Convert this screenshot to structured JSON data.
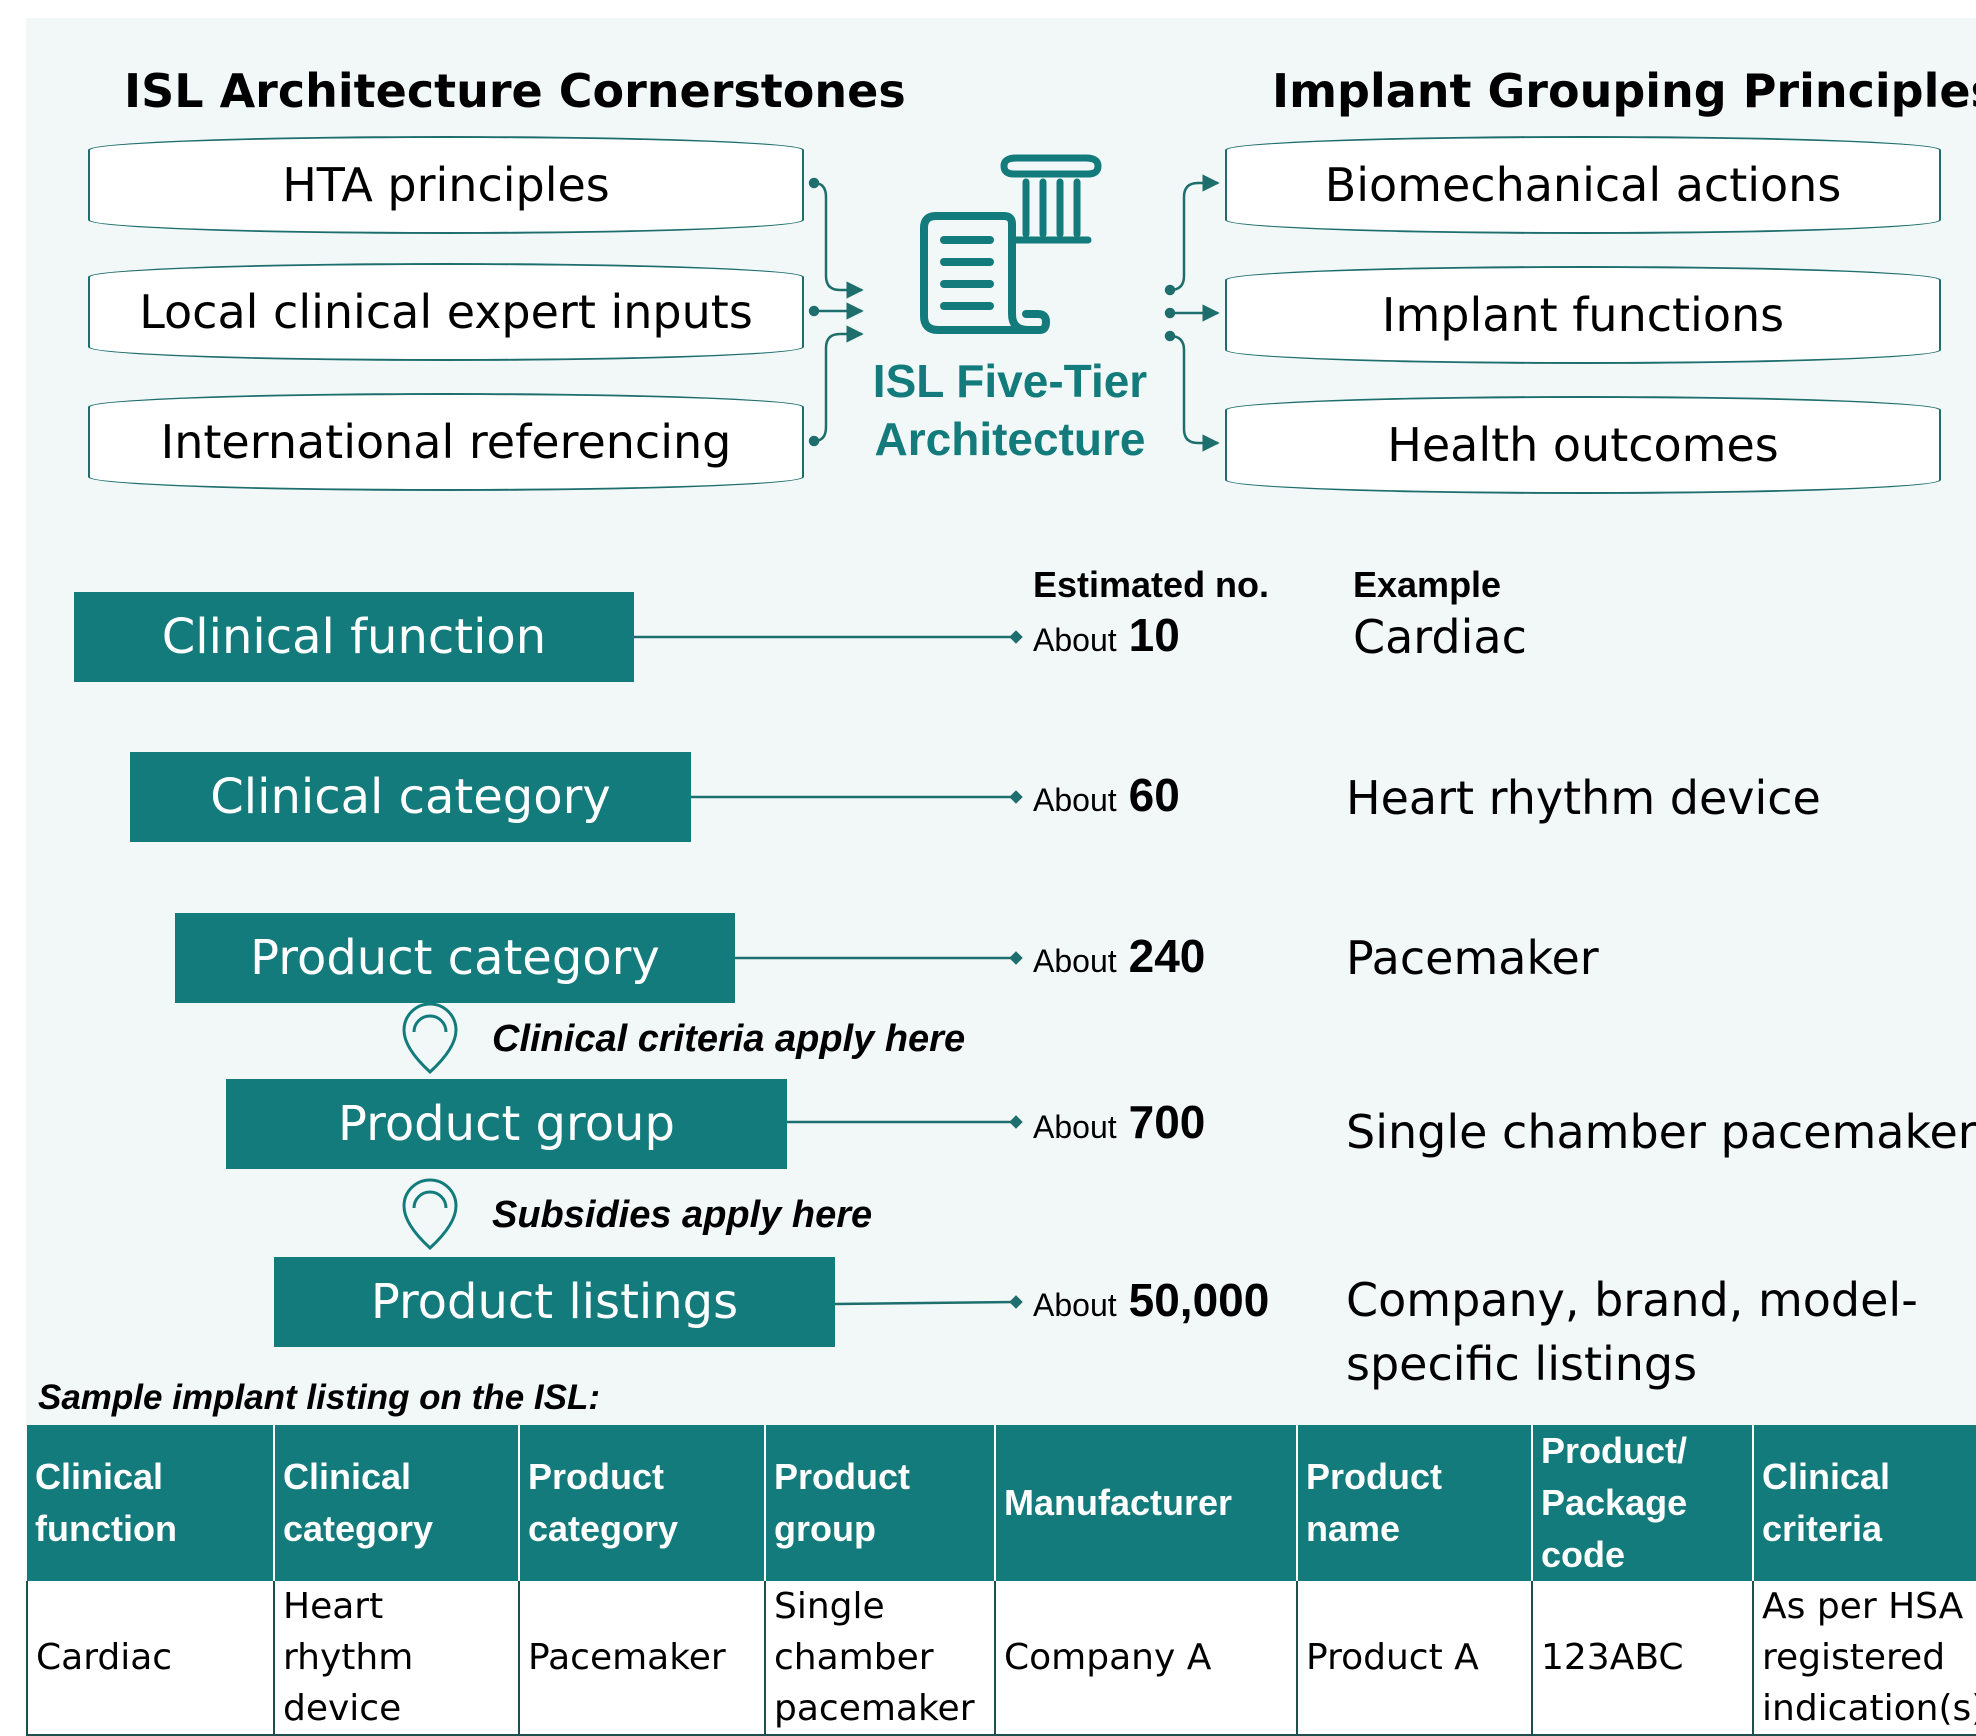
{
  "cornerstones": {
    "heading": "ISL Architecture Cornerstones",
    "items": [
      "HTA principles",
      "Local clinical expert inputs",
      "International referencing"
    ]
  },
  "principles": {
    "heading": "Implant Grouping Principles",
    "items": [
      "Biomechanical actions",
      "Implant functions",
      "Health outcomes"
    ]
  },
  "center": {
    "title_line1": "ISL Five-Tier",
    "title_line2": "Architecture",
    "icon": "document-with-pillar-icon"
  },
  "tier_columns": {
    "estimate_heading": "Estimated no.",
    "example_heading": "Example"
  },
  "tiers": [
    {
      "label": "Clinical function",
      "prefix": "About",
      "count": "10",
      "example_line1": "Cardiac",
      "example_line2": ""
    },
    {
      "label": "Clinical category",
      "prefix": "About",
      "count": "60",
      "example_line1": "Heart rhythm device",
      "example_line2": ""
    },
    {
      "label": "Product category",
      "prefix": "About",
      "count": "240",
      "example_line1": "Pacemaker",
      "example_line2": ""
    },
    {
      "label": "Product group",
      "prefix": "About",
      "count": "700",
      "example_line1": "Single chamber pacemaker",
      "example_line2": ""
    },
    {
      "label": "Product listings",
      "prefix": "About",
      "count": "50,000",
      "example_line1": "Company, brand, model-",
      "example_line2": "specific listings"
    }
  ],
  "notes": {
    "clinical_criteria": "Clinical criteria apply here",
    "subsidies": "Subsidies apply here",
    "icon": "map-pin-icon"
  },
  "sample": {
    "caption": "Sample implant listing on the ISL:",
    "headers": [
      [
        "Clinical",
        "function"
      ],
      [
        "Clinical",
        "category"
      ],
      [
        "Product",
        "category"
      ],
      [
        "Product",
        "group"
      ],
      [
        "Manufacturer"
      ],
      [
        "Product",
        "name"
      ],
      [
        "Product/",
        "Package",
        "code"
      ],
      [
        "Clinical",
        "criteria"
      ]
    ],
    "row": [
      [
        "Cardiac"
      ],
      [
        "Heart rhythm",
        "device"
      ],
      [
        "Pacemaker"
      ],
      [
        "Single",
        "chamber",
        "pacemaker"
      ],
      [
        "Company A"
      ],
      [
        "Product A"
      ],
      [
        "123ABC"
      ],
      [
        "As per HSA",
        "registered",
        "indication(s)"
      ]
    ]
  },
  "colors": {
    "teal": "#137b7b",
    "panel_background": "#f2f8f8",
    "outline": "#1e6e6e"
  }
}
